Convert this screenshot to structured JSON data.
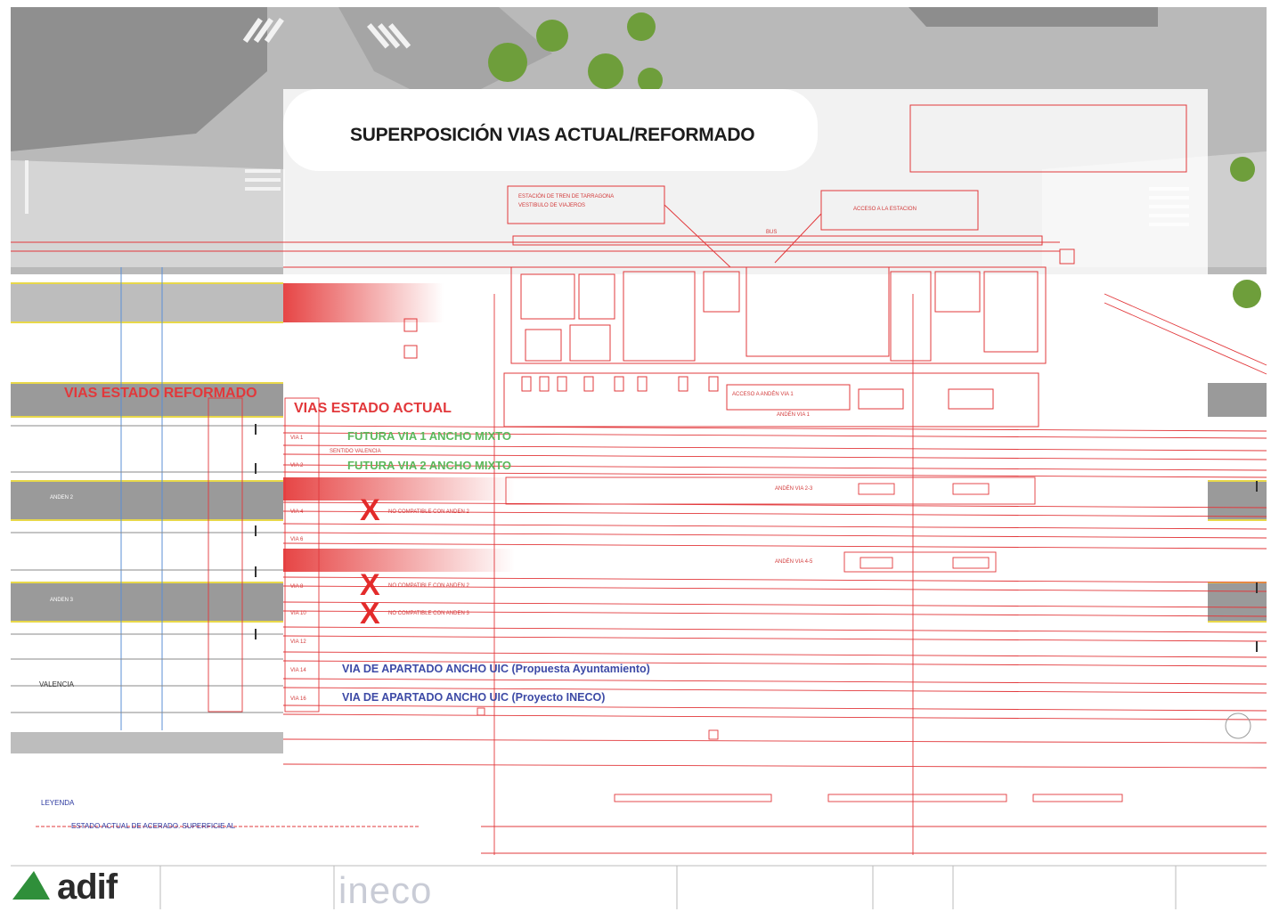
{
  "title": "SUPERPOSICIÓN VIAS ACTUAL/REFORMADO",
  "headings": {
    "reformed": "VIAS ESTADO REFORMADO",
    "current": "VIAS ESTADO ACTUAL"
  },
  "future_tracks": [
    "FUTURA VIA 1 ANCHO MIXTO",
    "FUTURA VIA 2 ANCHO MIXTO"
  ],
  "incompatible_label": "NO COMPATIBLE CON ANDEN 2",
  "incompatible_label_3": "NO COMPATIBLE CON ANDEN 3",
  "siding_tracks": [
    "VIA DE APARTADO ANCHO UIC (Propuesta Ayuntamiento)",
    "VIA DE APARTADO ANCHO UIC (Proyecto INECO)"
  ],
  "x_mark": "X",
  "callouts": {
    "station_box": "ESTACIÓN DE TREN DE TARRAGONA",
    "station_box_sub": "VESTIBULO DE VIAJEROS",
    "access_box": "ACCESO A LA ESTACION",
    "access_platform": "ACCESO A ANDÉN VIA 1",
    "anden_via1": "ANDÉN VIA 1",
    "anden_via23": "ANDÉN VIA 2-3",
    "anden_via45": "ANDÉN VIA 4-5",
    "sentido_valencia": "SENTIDO VALENCIA",
    "bus": "BUS"
  },
  "track_tags": [
    "VIA 1",
    "VIA 2",
    "VIA 4",
    "VIA 6",
    "VIA 8",
    "VIA 10",
    "VIA 12",
    "VIA 14",
    "VIA 16"
  ],
  "left_labels": {
    "valencia": "VALENCIA",
    "anden2": "ANDEN 2",
    "anden3": "ANDEN 3"
  },
  "legend": {
    "title": "LEYENDA",
    "item": "ESTADO ACTUAL DE ACERADO. SUPERFICIE AL"
  },
  "brand": {
    "adif": "adif",
    "ineco": "ineco"
  },
  "colors": {
    "red": "#e2383b",
    "green": "#5cb85c",
    "blue": "#3d4aa6",
    "yellow": "#e8d84a",
    "platform_gray": "#9a9a9a"
  }
}
